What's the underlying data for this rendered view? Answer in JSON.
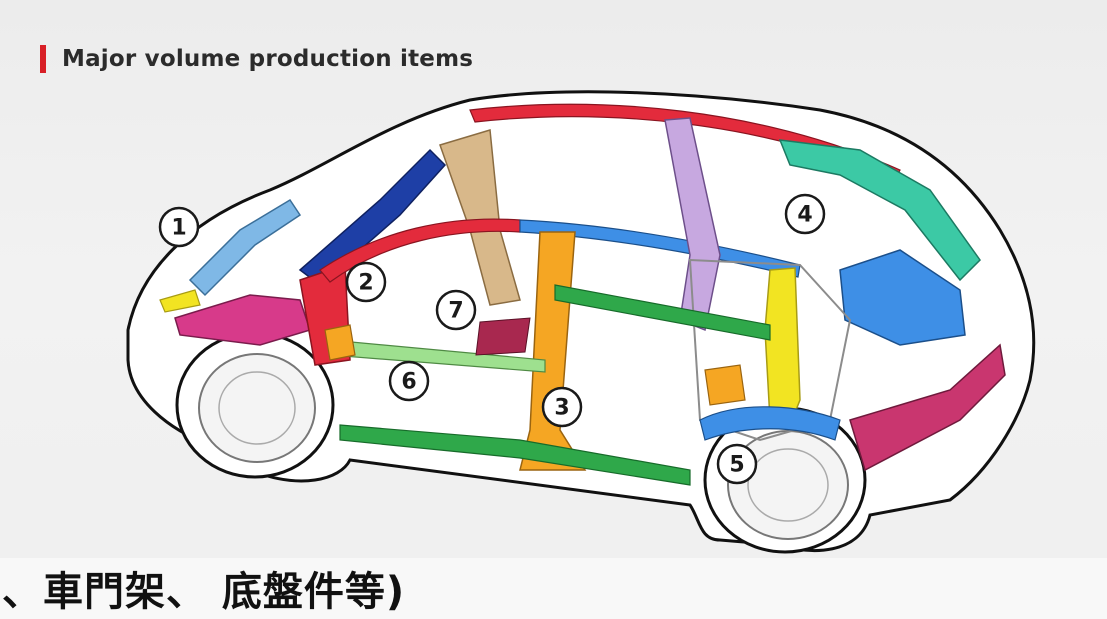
{
  "header": {
    "title": "Major volume production items",
    "accent_color": "#d81f26"
  },
  "callouts": [
    {
      "label": "1"
    },
    {
      "label": "2"
    },
    {
      "label": "3"
    },
    {
      "label": "4"
    },
    {
      "label": "5"
    },
    {
      "label": "6"
    },
    {
      "label": "7"
    }
  ],
  "caption": {
    "text": "、車門架、 底盤件等)"
  },
  "part_colors": {
    "roof_rail": "#e32b3c",
    "a_pillar": "#1e3fa6",
    "b_pillar": "#f5a623",
    "c_pillar": "#c7a8e0",
    "d_pillar": "#3cc9a5",
    "rocker": "#2fa84a",
    "fender_support": "#7fb8e6",
    "front_rail": "#d73a8a",
    "wheelhouse": "#3e8fe6",
    "rear_panel": "#c9366f",
    "floor_brace": "#9ee08f",
    "reinforcement": "#f2e422",
    "hinge_plate": "#d8b88a"
  }
}
